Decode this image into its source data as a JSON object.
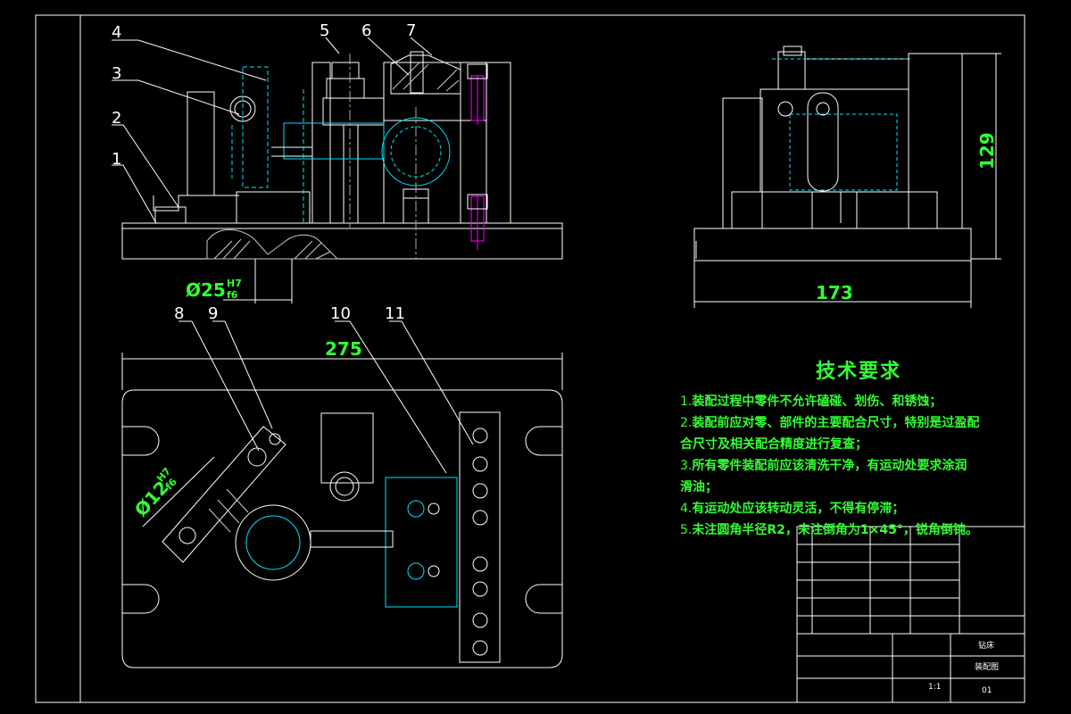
{
  "drawing": {
    "part_labels": [
      "1",
      "2",
      "3",
      "4",
      "5",
      "6",
      "7",
      "8",
      "9",
      "10",
      "11"
    ],
    "dimensions": {
      "bore_fit": {
        "value": "Ø25",
        "upper": "H7",
        "lower": "f6"
      },
      "pin_fit": {
        "value": "Ø12",
        "upper": "H7",
        "lower": "f6"
      },
      "height": "129",
      "width_side": "173",
      "length_plan": "275"
    },
    "colors": {
      "background": "#000000",
      "lines": "#ffffff",
      "hidden": "#00e5ff",
      "text": "#33ff33",
      "accent": "#ff00ff",
      "hatch": "#cccccc"
    }
  },
  "technical_requirements": {
    "title": "技术要求",
    "items": [
      {
        "num": "1.",
        "text": "装配过程中零件不允许磕碰、划伤、和锈蚀；"
      },
      {
        "num": "2.",
        "text": "装配前应对零、部件的主要配合尺寸，特别是过盈配"
      },
      {
        "num": "",
        "text": "合尺寸及相关配合精度进行复查；"
      },
      {
        "num": "3.",
        "text": "所有零件装配前应该清洗干净，有运动处要求涂润"
      },
      {
        "num": "",
        "text": "滑油；"
      },
      {
        "num": "4.",
        "text": "有运动处应该转动灵活，不得有停滞；"
      },
      {
        "num": "5.",
        "text": "未注圆角半径R2，未注倒角为1×45°，锐角倒钝。"
      }
    ]
  },
  "title_block": {
    "drawing_name": "装配图",
    "material": "钻床",
    "sheet_no": "01",
    "scale": "1:1"
  }
}
